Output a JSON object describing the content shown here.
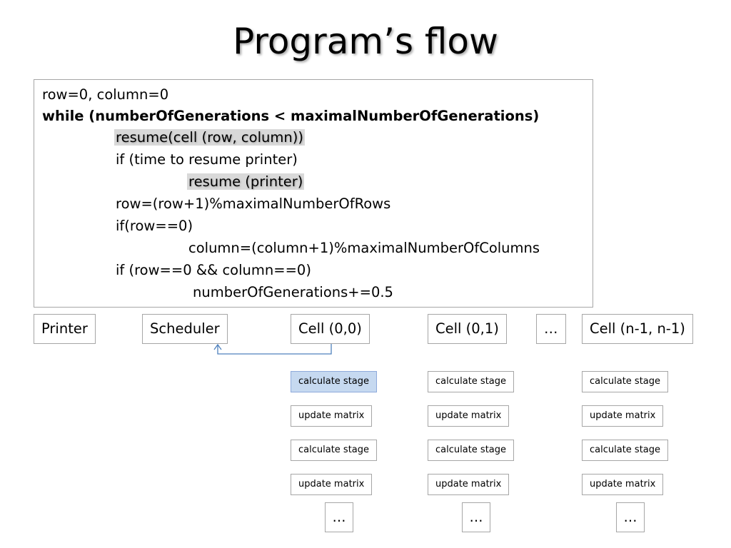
{
  "title": "Program’s flow",
  "code": [
    "row=0, column=0",
    "while (numberOfGenerations < maximalNumberOfGenerations)",
    "resume(cell (row, column))",
    "if (time to resume printer)",
    "resume (printer)",
    "row=(row+1)%maximalNumberOfRows",
    "if(row==0)",
    "column=(column+1)%maximalNumberOfColumns",
    "if (row==0 && column==0)",
    "numberOfGenerations+=0.5"
  ],
  "components": {
    "printer": "Printer",
    "scheduler": "Scheduler",
    "cell00": "Cell (0,0)",
    "cell01": "Cell (0,1)",
    "ellipsis": "…",
    "cellN": "Cell (n-1, n-1)"
  },
  "stages": {
    "calculate": "calculate stage",
    "update": "update matrix",
    "more": "…"
  },
  "colors": {
    "active_stage": "#c6d9f0",
    "arrow": "#4f81bd"
  }
}
